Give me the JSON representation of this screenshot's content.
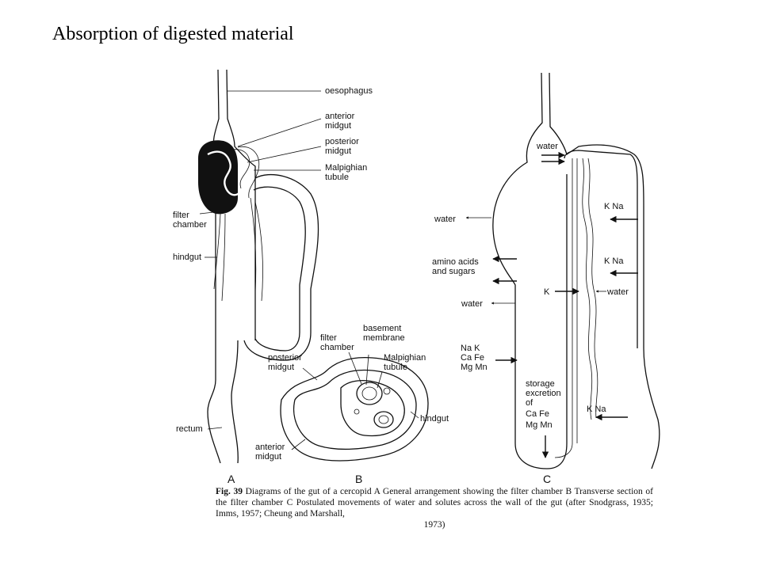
{
  "slide": {
    "title": "Absorption of digested material"
  },
  "panels": {
    "a": "A",
    "b": "B",
    "c": "C"
  },
  "labels_a": {
    "oesophagus": "oesophagus",
    "anterior_midgut_1": "anterior",
    "anterior_midgut_2": "midgut",
    "posterior_midgut_1": "posterior",
    "posterior_midgut_2": "midgut",
    "malpighian_1": "Malpighian",
    "malpighian_2": "tubule",
    "filter_chamber_1": "filter",
    "filter_chamber_2": "chamber",
    "hindgut": "hindgut",
    "rectum": "rectum"
  },
  "labels_b": {
    "filter_chamber_1": "filter",
    "filter_chamber_2": "chamber",
    "basement_1": "basement",
    "basement_2": "membrane",
    "malpighian_1": "Malpighian",
    "malpighian_2": "tubule",
    "posterior_1": "posterior",
    "posterior_2": "midgut",
    "hindgut": "hindgut",
    "anterior_1": "anterior",
    "anterior_2": "midgut"
  },
  "labels_c": {
    "water_top": "water",
    "water_left": "water",
    "amino_1": "amino acids",
    "amino_2": "and sugars",
    "water_mid": "water",
    "na_k": "Na K",
    "ca_fe": "Ca Fe",
    "mg_mn": "Mg Mn",
    "storage_1": "storage",
    "storage_2": "excretion",
    "storage_3": "of",
    "storage_4": "Ca Fe",
    "storage_5": "Mg Mn",
    "k_na_1": "K Na",
    "k_na_2": "K Na",
    "k": "K",
    "water_right": "water",
    "k_na_3": "K Na"
  },
  "caption": {
    "fig_label": "Fig. 39",
    "line": "Diagrams of the gut of a cercopid A General arrangement showing the filter chamber B Transverse section of the filter chamber C Postulated movements of water and solutes across the wall of the gut (after Snodgrass, 1935; Imms, 1957; Cheung and Marshall,",
    "year": "1973)"
  }
}
